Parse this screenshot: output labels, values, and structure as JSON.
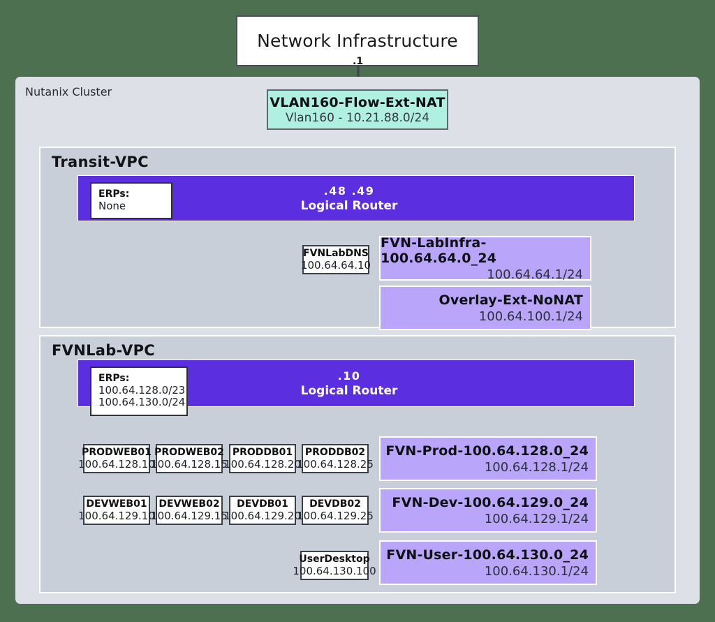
{
  "background_color": "#4C7050",
  "infrastructure": {
    "title": "Network Infrastructure",
    "uplink_label": ".1"
  },
  "cluster": {
    "label": "Nutanix Cluster",
    "fill": "#DDE1E7"
  },
  "vlan": {
    "name": "VLAN160-Flow-Ext-NAT",
    "detail": "Vlan160 - 10.21.88.0/24",
    "fill": "#AFF0E0"
  },
  "vpcs": [
    {
      "label": "Transit-VPC",
      "router": {
        "name": "Logical Router",
        "ips": ".48  .49",
        "fill": "#5B2EE0",
        "erps": {
          "title": "ERPs:",
          "lines": [
            "None"
          ]
        }
      },
      "subnets": [
        {
          "name": "FVN-LabInfra-100.64.64.0_24",
          "gateway": "100.64.64.1/24",
          "fill": "#B9A6FB",
          "vms": [
            {
              "name": "FVNLabDNS",
              "ip": "100.64.64.10"
            }
          ]
        },
        {
          "name": "Overlay-Ext-NoNAT",
          "gateway": "100.64.100.1/24",
          "fill": "#B9A6FB",
          "vms": []
        }
      ]
    },
    {
      "label": "FVNLab-VPC",
      "router": {
        "name": "Logical Router",
        "ips": ".10",
        "fill": "#5B2EE0",
        "erps": {
          "title": "ERPs:",
          "lines": [
            "100.64.128.0/23",
            "100.64.130.0/24"
          ]
        }
      },
      "subnets": [
        {
          "name": "FVN-Prod-100.64.128.0_24",
          "gateway": "100.64.128.1/24",
          "fill": "#B9A6FB",
          "vms": [
            {
              "name": "PRODWEB01",
              "ip": "100.64.128.10"
            },
            {
              "name": "PRODWEB02",
              "ip": "100.64.128.15"
            },
            {
              "name": "PRODDB01",
              "ip": "100.64.128.20"
            },
            {
              "name": "PRODDB02",
              "ip": "100.64.128.25"
            }
          ]
        },
        {
          "name": "FVN-Dev-100.64.129.0_24",
          "gateway": "100.64.129.1/24",
          "fill": "#B9A6FB",
          "vms": [
            {
              "name": "DEVWEB01",
              "ip": "100.64.129.10"
            },
            {
              "name": "DEVWEB02",
              "ip": "100.64.129.15"
            },
            {
              "name": "DEVDB01",
              "ip": "100.64.129.20"
            },
            {
              "name": "DEVDB02",
              "ip": "100.64.129.25"
            }
          ]
        },
        {
          "name": "FVN-User-100.64.130.0_24",
          "gateway": "100.64.130.1/24",
          "fill": "#B9A6FB",
          "vms": [
            {
              "name": "UserDesktop",
              "ip": "100.64.130.100"
            }
          ]
        }
      ]
    }
  ]
}
